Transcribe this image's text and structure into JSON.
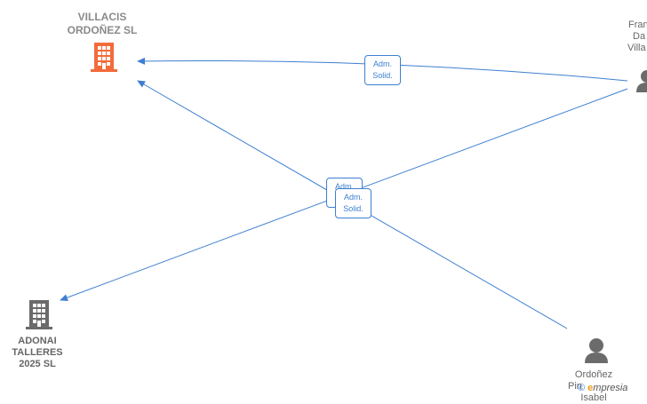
{
  "nodes": {
    "villacis": {
      "name_line1": "VILLACIS",
      "name_line2": "ORDOÑEZ  SL",
      "color": "#f26b3a",
      "icon": "building-icon"
    },
    "adonai": {
      "name_line1": "ADONAI",
      "name_line2": "TALLERES",
      "name_line3": "2025  SL",
      "color": "#6b6b6b",
      "icon": "building-icon"
    },
    "francisco": {
      "name_line1": "Fran",
      "name_line2": "Da",
      "name_line3": "Villa",
      "color": "#6b6b6b",
      "icon": "person-icon"
    },
    "ordonez": {
      "name_line1": "Ordoñez",
      "name_line2": "Pin",
      "name_line3": "Isabel",
      "color": "#6b6b6b",
      "icon": "person-icon"
    }
  },
  "edge_labels": {
    "top": {
      "line1": "Adm.",
      "line2": "Solid."
    },
    "middle_a": {
      "line1": "Adm.",
      "line2": "Solid."
    },
    "middle_b": {
      "line1": "Adm.",
      "line2": "Solid."
    }
  },
  "edge_color": "#3d7fd0",
  "watermark": {
    "copyright": "©",
    "brand_e": "e",
    "brand_rest": "mpresia"
  }
}
